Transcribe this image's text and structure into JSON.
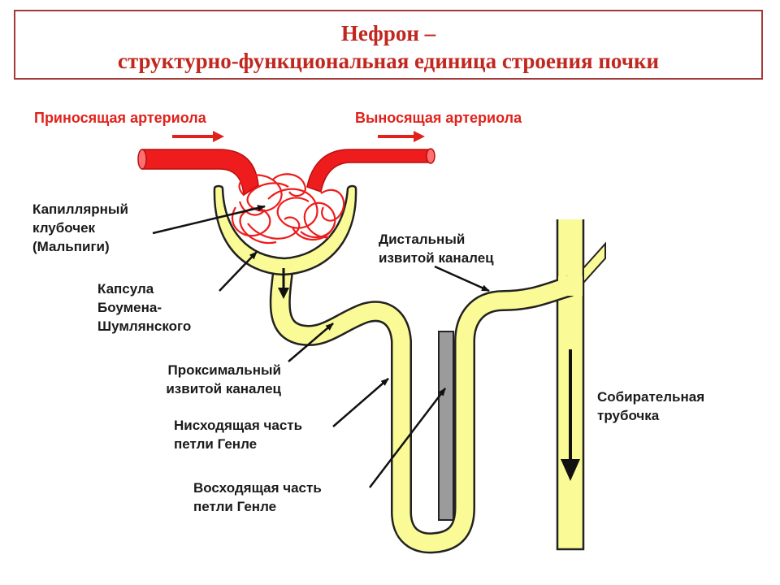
{
  "title": {
    "line1": "Нефрон –",
    "line2": "структурно-функциональная единица строения почки"
  },
  "labels": {
    "afferent": "Приносящая артериола",
    "efferent": "Выносящая артериола",
    "glomerulus_1": "Капиллярный",
    "glomerulus_2": "клубочек",
    "glomerulus_3": "(Мальпиги)",
    "capsule_1": "Капсула",
    "capsule_2": "Боумена-",
    "capsule_3": "Шумлянского",
    "proximal_1": "Проксимальный",
    "proximal_2": "извитой каналец",
    "descending_1": "Нисходящая часть",
    "descending_2": "петли Генле",
    "ascending_1": "Восходящая часть",
    "ascending_2": "петли Генле",
    "distal_1": "Дистальный",
    "distal_2": "извитой каналец",
    "collecting_1": "Собирательная",
    "collecting_2": "трубочка"
  },
  "colors": {
    "title": "#c0271f",
    "border": "#a33a3a",
    "artery": "#ee1c1c",
    "tubule": "#fafa96",
    "outline": "#222222",
    "loop_vessel": "#9b9b9b"
  }
}
